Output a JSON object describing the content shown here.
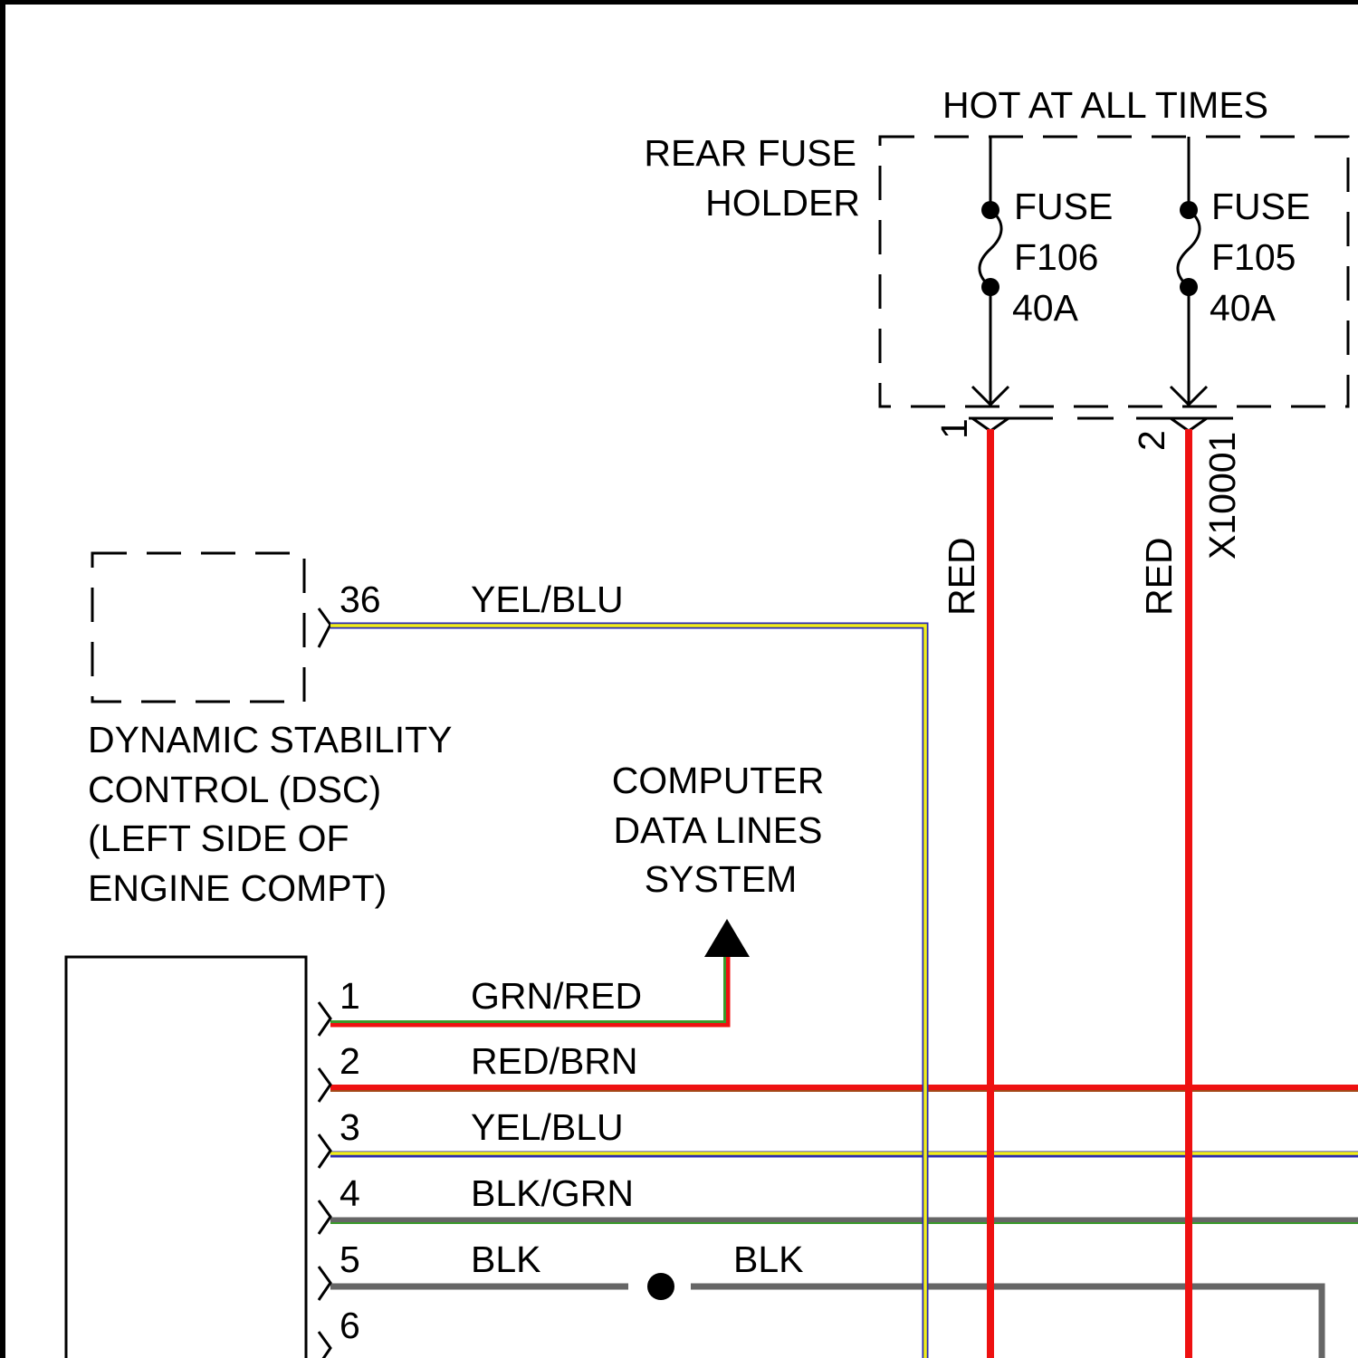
{
  "labels": {
    "hot_at_all_times": "HOT AT ALL TIMES",
    "rear_fuse_holder": [
      "REAR FUSE",
      "HOLDER"
    ],
    "dsc_module": [
      "DYNAMIC STABILITY",
      "CONTROL (DSC)",
      "(LEFT SIDE OF",
      "ENGINE COMPT)"
    ],
    "computer_data_lines": [
      "COMPUTER",
      "DATA LINES",
      "SYSTEM"
    ],
    "connector_id": "X10001"
  },
  "fuses": [
    {
      "line1": "FUSE",
      "line2": "F106",
      "rating": "40A",
      "pin": "1",
      "wire_color": "RED"
    },
    {
      "line1": "FUSE",
      "line2": "F105",
      "rating": "40A",
      "pin": "2",
      "wire_color": "RED"
    }
  ],
  "dsc_upper_connector": {
    "pin": "36",
    "wire_color": "YEL/BLU"
  },
  "dsc_lower_connector": [
    {
      "pin": "1",
      "wire_color": "GRN/RED"
    },
    {
      "pin": "2",
      "wire_color": "RED/BRN"
    },
    {
      "pin": "3",
      "wire_color": "YEL/BLU"
    },
    {
      "pin": "4",
      "wire_color": "BLK/GRN"
    },
    {
      "pin": "5",
      "wire_color": "BLK",
      "splice_wire_color": "BLK"
    },
    {
      "pin": "6",
      "wire_color": ""
    }
  ],
  "colors": {
    "red": "#ee1111",
    "yellow": "#f2ee1a",
    "blue": "#2a2ab0",
    "green": "#3a9a2a",
    "gray": "#666666",
    "black": "#000000"
  }
}
